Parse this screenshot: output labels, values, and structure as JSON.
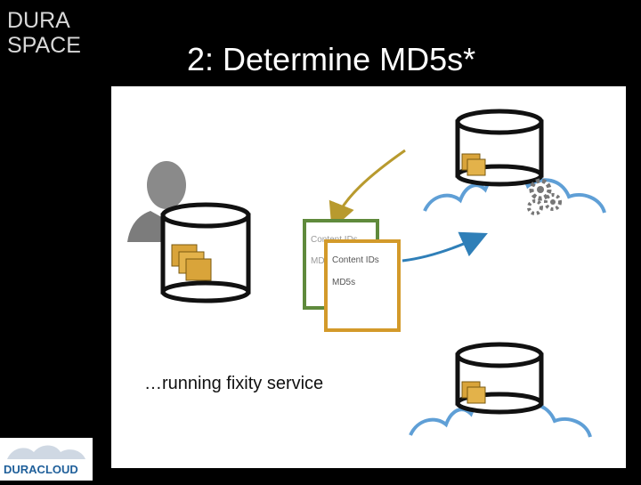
{
  "brand": {
    "logo_line1": "DURA",
    "logo_line2": "SPACE",
    "footer_logo": "DURACLOUD"
  },
  "slide": {
    "title": "2: Determine MD5s*",
    "caption": "…running fixity service"
  },
  "documents": {
    "back_line1": "Content IDs",
    "back_line2": "MD5s",
    "front_line1": "Content IDs",
    "front_line2": "MD5s"
  },
  "colors": {
    "background": "#000000",
    "panel": "#ffffff",
    "doc_back_border": "#5f8a3c",
    "doc_front_border": "#d39a2a",
    "arrow_olive": "#b89a2e",
    "arrow_blue": "#2f7fb8",
    "cloud_outline": "#5f9fd6"
  },
  "icons": [
    "user-icon",
    "database-icon",
    "folder-icon",
    "cloud-icon",
    "gears-icon"
  ]
}
